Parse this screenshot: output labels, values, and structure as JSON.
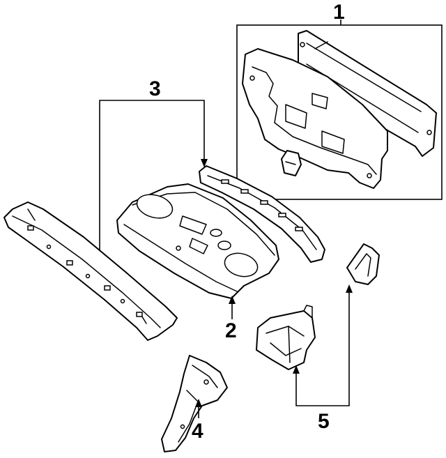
{
  "diagram": {
    "callouts": [
      {
        "id": "1",
        "text": "1"
      },
      {
        "id": "2",
        "text": "2"
      },
      {
        "id": "3",
        "text": "3"
      },
      {
        "id": "4",
        "text": "4"
      },
      {
        "id": "5",
        "text": "5"
      }
    ],
    "parts": [
      {
        "callout": "1",
        "icon": "rear-body-panel-assembly-icon"
      },
      {
        "callout": "2",
        "icon": "package-tray-icon"
      },
      {
        "callout": "3",
        "icon": "rear-crossmember-icon"
      },
      {
        "callout": "4",
        "icon": "pillar-brace-icon"
      },
      {
        "callout": "5",
        "icon": "bracket-icon"
      }
    ],
    "colors": {
      "line": "#000000",
      "background": "#ffffff"
    }
  }
}
